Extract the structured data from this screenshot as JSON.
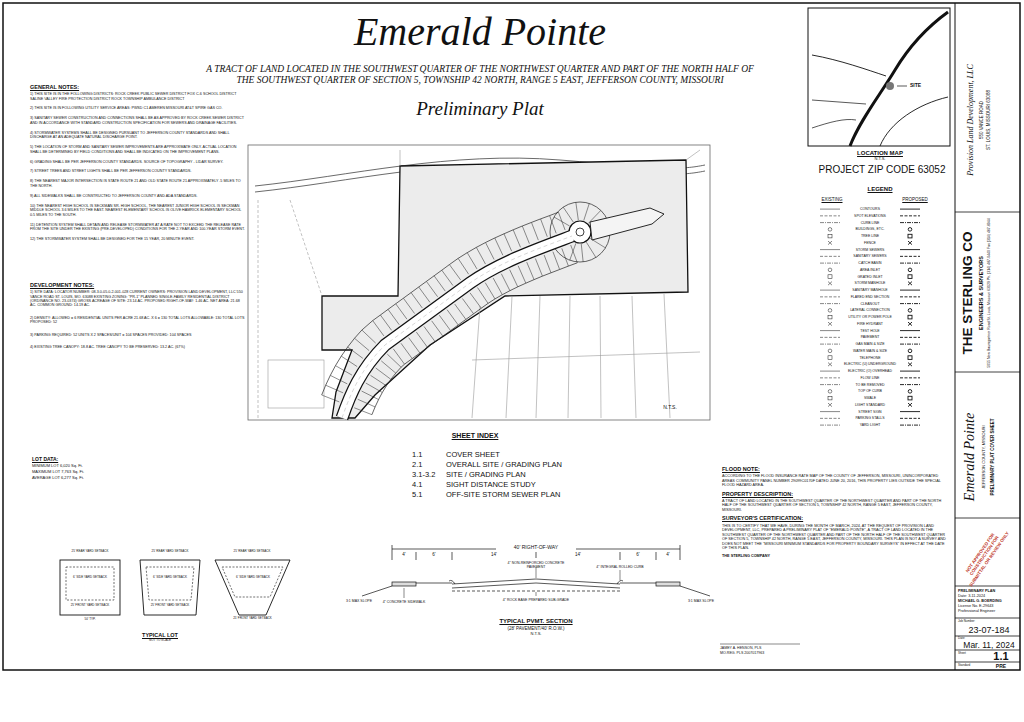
{
  "diagram": {
    "title": "Emerald Pointe",
    "labels": [
      "A TRACT OF LAND LOCATED IN THE SOUTHWEST QUARTER OF THE NORTHWEST QUARTER AND PART OF THE NORTH HALF OF THE SOUTHWEST QUARTER OF SECTION 5, TOWNSHIP 42 NORTH, RANGE 5 EAST, JEFFERSON COUNTY, MISSOURI",
      "Preliminary Plat",
      "GENERAL NOTES:",
      "1) THIS SITE IS IN THE FOLLOWING DISTRICTS: ROCK CREEK PUBLIC SEWER DISTRICT FOX C-6 SCHOOL DISTRICT SALINE VALLEY FIRE PROTECTION DISTRICT ROCK TOWNSHIP AMBULANCE DISTRICT",
      "2) THIS SITE IS IN FOLLOWING UTILITY SERVICE AREAS: PWSD C1 AMEREN MISSOURI AT&T SPIRE GAS CO.",
      "3) SANITARY SEWER CONSTRUCTION AND CONNECTIONS SHALL BE AS APPROVED BY ROCK CREEK SEWER DISTRICT AND IN ACCORDANCE WITH STANDARD CONSTRUCTION SPECIFICATION FOR SEWERS AND DRAINAGE FACILITIES.",
      "4) STORMWATER SYSTEMS SHALL BE DESIGNED PURSUANT TO JEFFERSON COUNTY STANDARDS AND SHALL DISCHARGE AT AN ADEQUATE NATURAL DISCHARGE POINT.",
      "5) THE LOCATION OF STORM AND SANITARY SEWER IMPROVEMENTS ARE APPROXIMATE ONLY. ACTUAL LOCATION SHALL BE DETERMINED BY FIELD CONDITIONS AND SHALL BE INDICATED ON THE IMPROVEMENT PLANS.",
      "6) GRADING SHALL BE PER JEFFERSON COUNTY STANDARDS. SOURCE OF TOPOGRAPHY - LIDAR SURVEY.",
      "7) STREET TREES AND STREET LIGHTS SHALL BE PER JEFFERSON COUNTY STANDARDS.",
      "8) THE NEAREST MAJOR INTERSECTION IS STATE ROUTE 21 AND OLD STATE ROUTE 21 APPROXIMATELY .5 MILES TO THE NORTH.",
      "9) ALL SIDEWALKS SHALL BE CONSTRUCTED TO JEFFERSON COUNTY AND ADA STANDARDS.",
      "10) THE NEAREST HIGH SCHOOL IS SECKMAN SR. HIGH SCHOOL, THE NEAREST JUNIOR HIGH SCHOOL IS SECKMAN MIDDLE SCHOOL 3.6 MILES TO THE EAST. NEAREST ELEMENTARY SCHOOL IS OLIVE HAMRICK ELEMENTARY SCHOOL 0.5 MILES TO THE SOUTH.",
      "11) DETENTION SYSTEM SHALL DETAIN AND RELEASE STORMWATER AT A RATE NOT TO EXCEED THE RELEASE RATE FROM THE SITE UNDER THE EXISTING (PRE-DEVELOPED) CONDITIONS FOR THE 2-YEAR AND 100-YEAR STORM EVENT.",
      "12) THE STORMWATER SYSTEM SHALL BE DESIGNED FOR THE 15 YEAR, 20 MINUTE EVENT.",
      "DEVELOPMENT NOTES:",
      "1) SITE DATA: LOCATOR NUMBER: 08-3.0-05.0-2-001-028 CURRENT OWNERS: PROVISION LAND DEVELOPMENT, LLC 550 VANCE ROAD ST. LOUIS, MO. 63088 EXISTING ZONING: \"PR-1\" PLANNED SINGLE-FAMILY RESIDENTIAL DISTRICT (ORDINANCE NO. 23-0374) GROSS ACREAGE OF SITE: 23.14 AC. PROPOSED RIGHT-OF-WAY: 1.46 AC. NET AREA: 21.68 AC. COMMON GROUND: 14.19 AC.",
      "2) DENSITY: ALLOWED = 6 RESIDENTIAL UNITS PER ACRE 21.68 AC. X 6 = 130 TOTAL LOTS ALLOWABLE: 130 TOTAL LOTS PROPOSED: 52",
      "3) PARKING REQUIRED: 52 UNITS X 2 SPACES/UNIT = 104 SPACES PROVIDED: 104 SPACES",
      "4) EXISTING TREE CANOPY: 18.8 AC. TREE CANOPY TO BE PRESERVED: 13.2 AC. (67%)",
      "LOT DATA:",
      "MINIMUM LOT 6,020 Sq. Ft.",
      "MAXIMUM LOT 7,763 Sq. Ft.",
      "AVERAGE LOT 6,277 Sq. Ft.",
      "SITE",
      "LOCATION MAP",
      "N.T.S.",
      "PROJECT ZIP CODE 63052",
      "LEGEND",
      "EXISTING",
      "PROPOSED",
      "SHEET INDEX",
      "1.1",
      "COVER SHEET",
      "2.1",
      "OVERALL SITE / GRADING PLAN",
      "3.1-3.2",
      "SITE / GRADING PLAN",
      "4.1",
      "SIGHT DISTANCE STUDY",
      "5.1",
      "OFF-SITE STORM SEWER PLAN",
      "FLOOD NOTE:",
      "ACCORDING TO THE FLOOD INSURANCE RATE MAP OF THE COUNTY OF JEFFERSON, MISSOURI, UNINCORPORATED AREAS COMMUNITY PANEL NUMBER 29099C0170F DATED JUNE 20, 2016, THIS PROPERTY LIES OUTSIDE THE SPECIAL FLOOD HAZARD AREA.",
      "PROPERTY DESCRIPTION:",
      "A TRACT OF LAND LOCATED IN THE SOUTHWEST QUARTER OF THE NORTHWEST QUARTER AND PART OF THE NORTH HALF OF THE SOUTHWEST QUARTER OF SECTION 5, TOWNSHIP 42 NORTH, RANGE 5 EAST, JEFFERSON COUNTY, MISSOURI.",
      "SURVEYOR'S CERTIFICATION:",
      "THIS IS TO CERTIFY THAT WE HAVE, DURING THE MONTH OF MARCH, 2024, AT THE REQUEST OF PROVISION LAND DEVELOPMENT, LLC, PREPARED A PRELIMINARY PLAT OF \"EMERALD POINTE\", A TRACT OF LAND LOCATED IN THE SOUTHWEST QUARTER OF THE NORTHWEST QUARTER AND PART OF THE NORTH HALF OF THE SOUTHWEST QUARTER OF SECTION 5, TOWNSHIP 42 NORTH, RANGE 5 EAST, JEFFERSON COUNTY, MISSOURI. THIS PLAN IS NOT A SURVEY AND DOES NOT MEET THE \"MISSOURI MINIMUM STANDARDS FOR PROPERTY BOUNDARY SURVEYS\" IN EFFECT AT THE DATE OF THIS PLAN.",
      "THE STERLING COMPANY",
      "JAMEY A. HENSON, PLS",
      "MO.REG. PLS 2007017963",
      "TYPICAL LOT",
      "NOT TO SCALE",
      "25' REAR YARD SETBACK",
      "6' SIDE YARD SETBACK",
      "25' FRONT YARD SETBACK",
      "50' TYP.",
      "25' REAR YARD SETBACK",
      "6' SIDE YARD SETBACK",
      "25' FRONT YARD SETBACK",
      "25' REAR YARD SETBACK",
      "6' SIDE YARD SETBACK",
      "25' FRONT YARD SETBACK",
      "40' RIGHT-OF-WAY",
      "4'",
      "6'",
      "14'",
      "14'",
      "6'",
      "4'",
      "4\" NON-REINFORCED CONCRETE PAVEMENT",
      "4\" INTEGRAL ROLLED CURB",
      "3:1 MAX SLOPE",
      "3:1 MAX SLOPE",
      "4\" CONCRETE SIDEWALK",
      "4\" ROCK BASE PREPARED SUB-GRADE",
      "TYPICAL PVMT. SECTION",
      "(28' PAVEMENT/40' R.O.W.)",
      "N.T.S.",
      "N.T.S.",
      "Provision Land Development, LLC",
      "550 VANCE ROAD",
      "ST. LOUIS, MISSOURI 63088",
      "THE STERLING CO",
      "ENGINEERS & SURVEYORS",
      "5055 New Baumgartner Road St. Louis, Missouri 63129 Ph. (314) 487-0440 Fax (314) 487-8944",
      "Emerald Pointe",
      "JEFFERSON COUNTY, MISSOURI",
      "PRELIMINARY PLAT COVER SHEET",
      "NOT APPROVED FOR CONSTRUCTION FOR SUBMITTAL OR REVIEW ONLY",
      "PRELIMINARY PLAN",
      "Date: 3-11-2024",
      "MICHAEL G. BOERDING",
      "License No. E-29643",
      "Professional Engineer",
      "Job Number:",
      "23-07-184",
      "Date:",
      "Mar. 11, 2024",
      "Sheet",
      "1.1",
      "Standard",
      "PRE"
    ],
    "legend": [
      {
        "text": "CONTOURS"
      },
      {
        "text": "SPOT ELEVATIONS"
      },
      {
        "text": "CURB LINE"
      },
      {
        "text": "BUILDINGS, ETC."
      },
      {
        "text": "TREE LINE"
      },
      {
        "text": "FENCE"
      },
      {
        "text": "STORM SEWERS"
      },
      {
        "text": "SANITARY SEWERS"
      },
      {
        "text": "CATCH BASIN"
      },
      {
        "text": "AREA INLET"
      },
      {
        "text": "GRATED INLET"
      },
      {
        "text": "STORM MANHOLE"
      },
      {
        "text": "SANITARY MANHOLE"
      },
      {
        "text": "FLARED END SECTION"
      },
      {
        "text": "CLEANOUT"
      },
      {
        "text": "LATERAL CONNECTION"
      },
      {
        "text": "UTILITY OR POWER POLE"
      },
      {
        "text": "FIRE HYDRANT"
      },
      {
        "text": "TEST HOLE"
      },
      {
        "text": "PAVEMENT"
      },
      {
        "text": "GAS MAIN & SIZE"
      },
      {
        "text": "WATER MAIN & SIZE"
      },
      {
        "text": "TELEPHONE"
      },
      {
        "text": "ELECTRIC (U) UNDERGROUND"
      },
      {
        "text": "ELECTRIC (O) OVERHEAD"
      },
      {
        "text": "FLOW LINE"
      },
      {
        "text": "TO BE REMOVED"
      },
      {
        "text": "TOP OF CURB"
      },
      {
        "text": "SWALE"
      },
      {
        "text": "LIGHT STANDARD"
      },
      {
        "text": "STREET SIGN"
      },
      {
        "text": "PARKING STALLS"
      },
      {
        "text": "YARD LIGHT"
      }
    ]
  }
}
